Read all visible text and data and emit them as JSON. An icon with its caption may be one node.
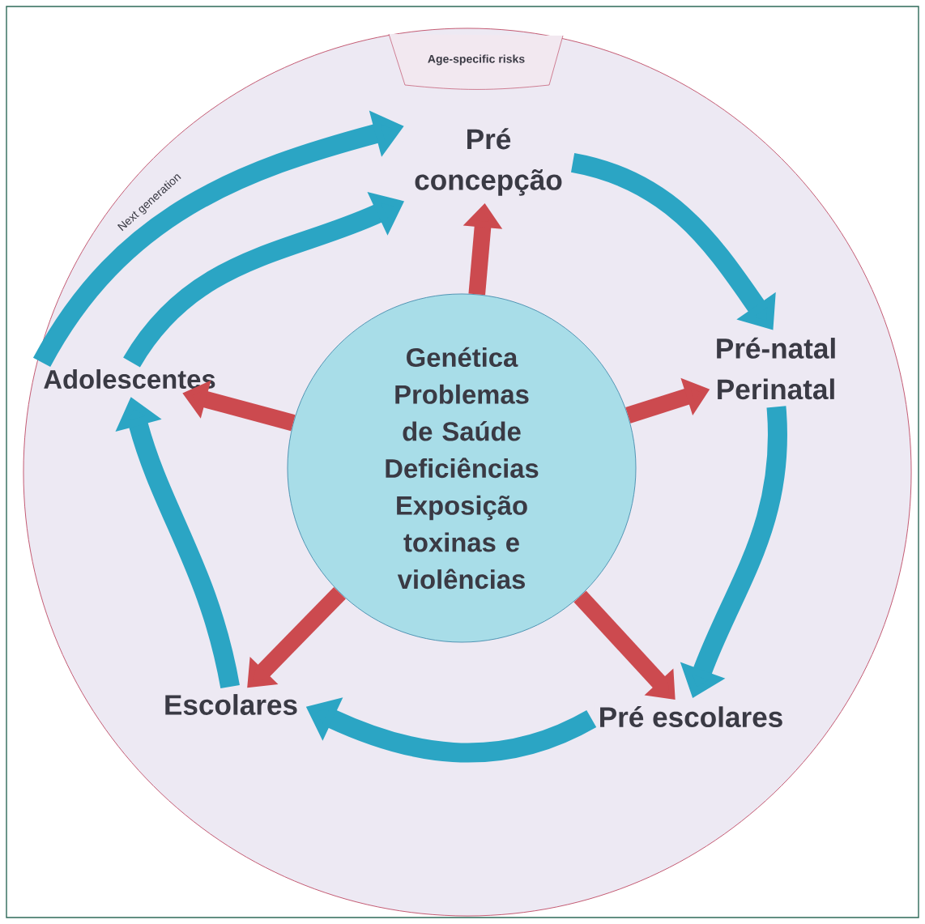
{
  "diagram": {
    "nodes": [
      {
        "text": [
          "Age-specific risks"
        ]
      },
      {
        "text": [
          "Pré concepção"
        ],
        "in": 0
      },
      {
        "text": [
          "Pré-natal Perinatal"
        ],
        "in": 0
      },
      {
        "text": [
          "Pré escolares"
        ],
        "in": 0
      },
      {
        "text": [
          "Escolares"
        ],
        "in": 0
      },
      {
        "text": [
          "Adolescentes"
        ],
        "in": 0
      },
      {
        "text": [
          "Genética",
          "Problemas de Saúde",
          "Deficiências",
          "Exposição toxinas e violências"
        ],
        "in": 0
      }
    ],
    "edges": [
      {
        "from": 5,
        "to": 1,
        "arrow": "to",
        "label": "Next generation"
      },
      {
        "from": 5,
        "to": 1,
        "arrow": "to"
      },
      {
        "from": 1,
        "to": 2,
        "arrow": "to"
      },
      {
        "from": 2,
        "to": 3,
        "arrow": "to"
      },
      {
        "from": 3,
        "to": 4,
        "arrow": "to"
      },
      {
        "from": 4,
        "to": 5,
        "arrow": "to"
      },
      {
        "from": 6,
        "to": 1,
        "arrow": "to",
        "color": "#cc4a4f"
      },
      {
        "from": 6,
        "to": 2,
        "arrow": "to",
        "color": "#cc4a4f"
      },
      {
        "from": 6,
        "to": 3,
        "arrow": "to",
        "color": "#cc4a4f"
      },
      {
        "from": 6,
        "to": 4,
        "arrow": "to",
        "color": "#cc4a4f"
      },
      {
        "from": 6,
        "to": 5,
        "arrow": "to",
        "color": "#cc4a4f"
      }
    ]
  }
}
